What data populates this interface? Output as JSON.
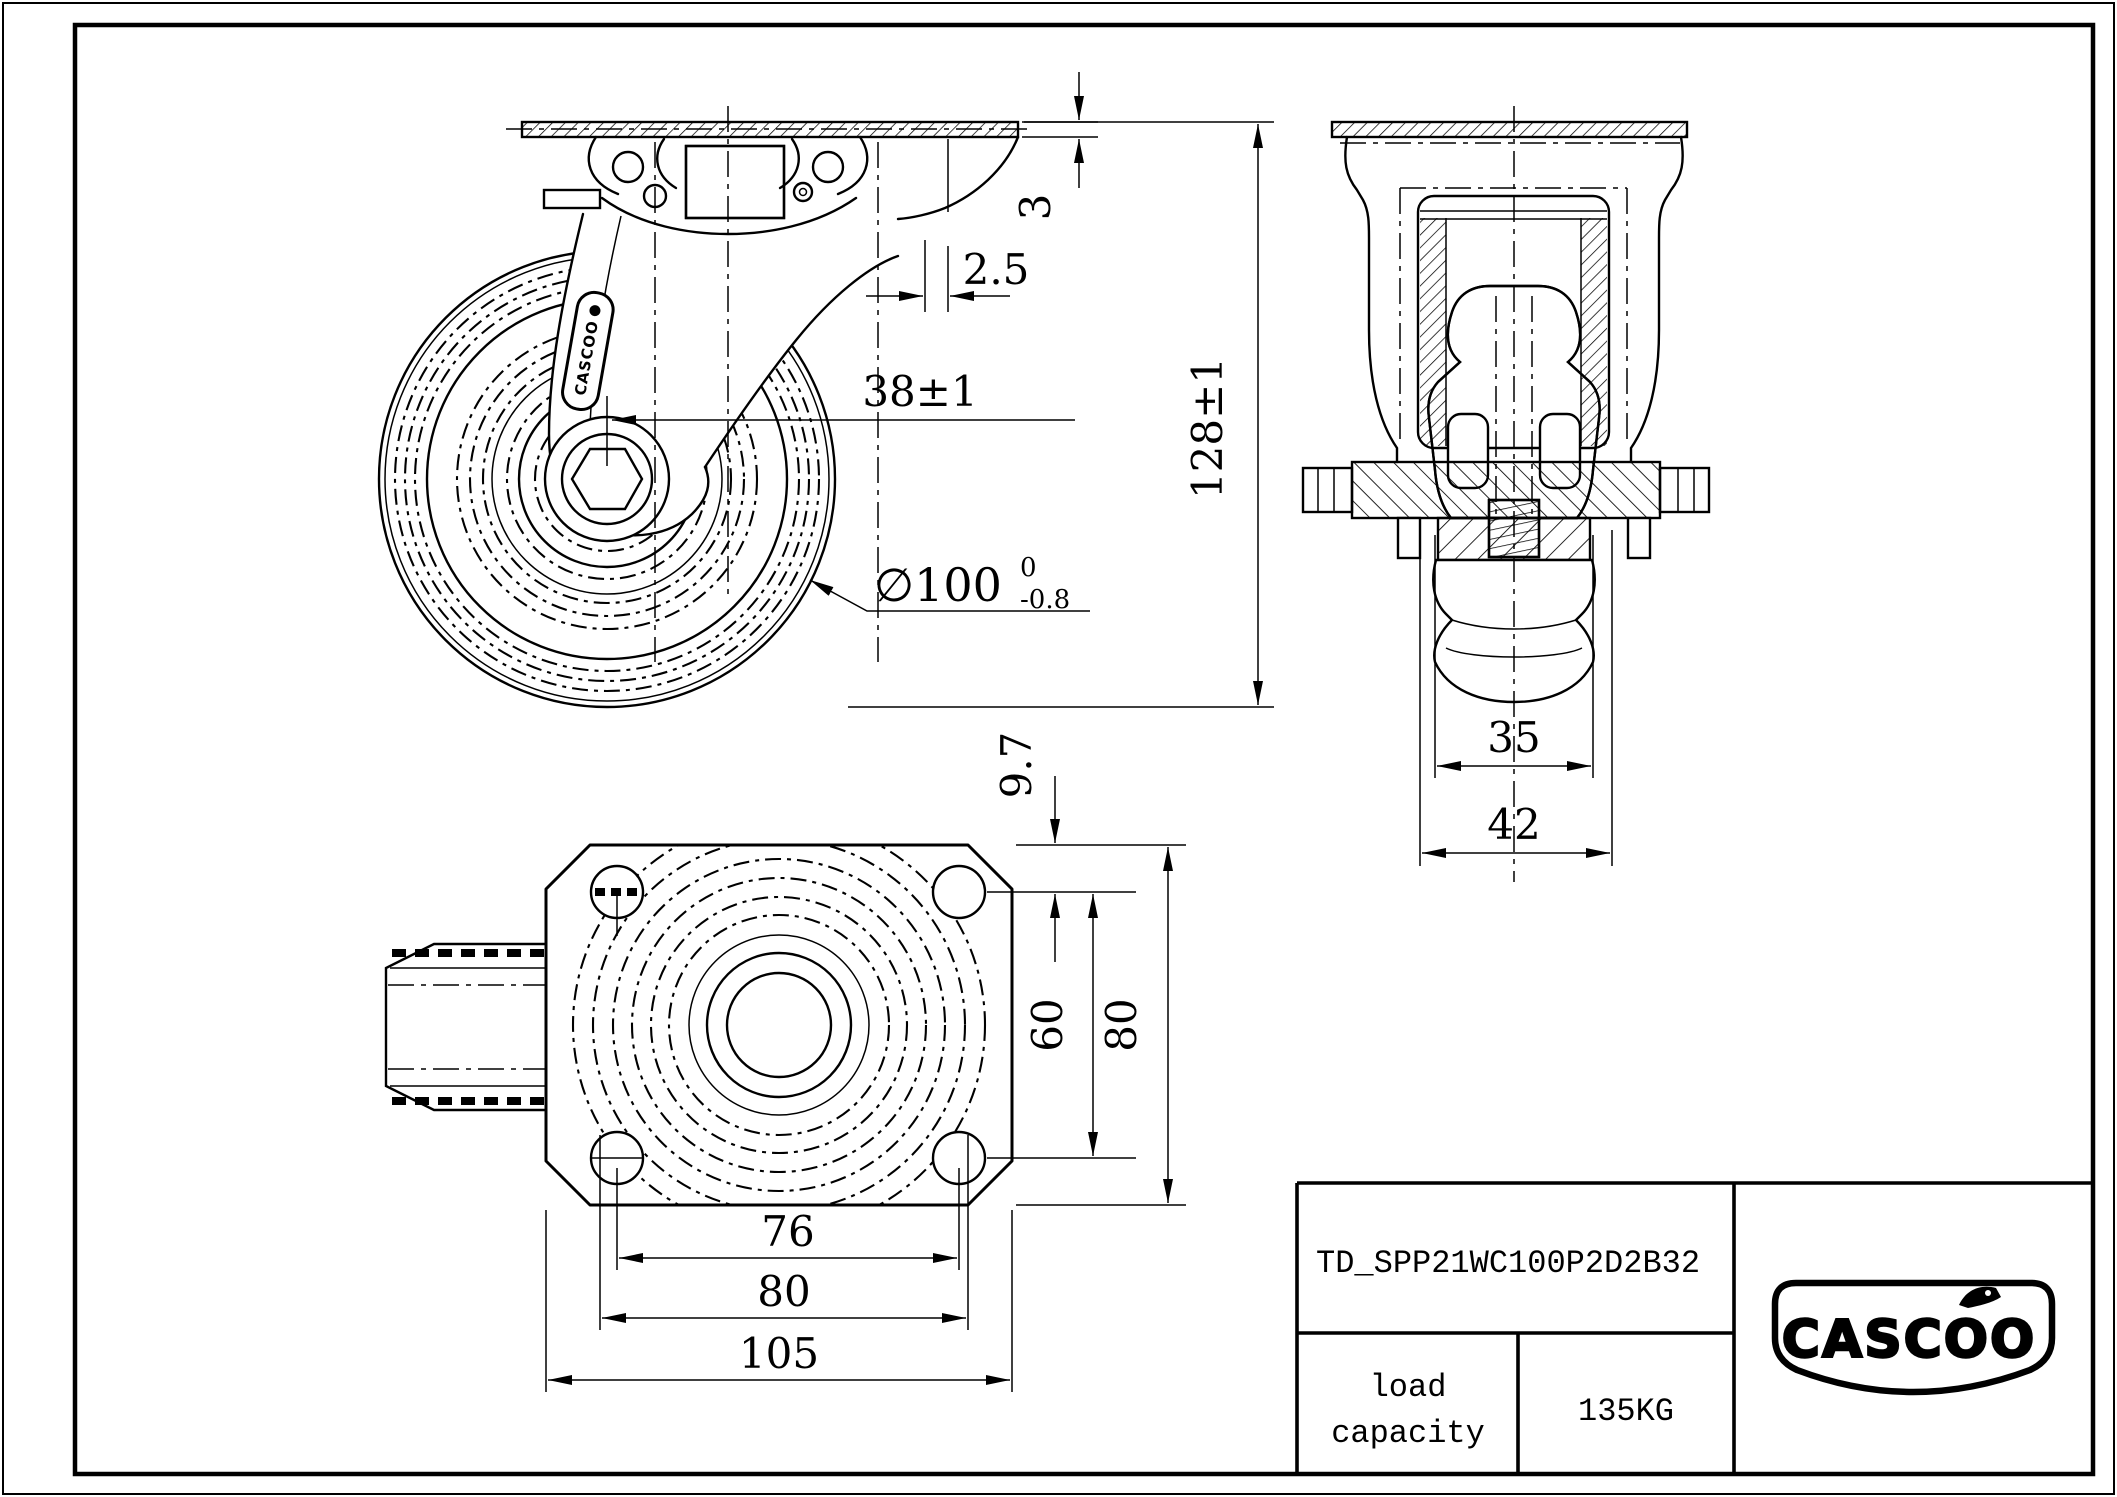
{
  "title_block": {
    "part_number": "TD_SPP21WC100P2D2B32",
    "load_capacity_label_line1": "load",
    "load_capacity_label_line2": "capacity",
    "load_capacity_value": "135KG",
    "brand_logo": "CASCOO"
  },
  "side_view": {
    "fork_logo": "CASCOO",
    "dims": {
      "plate_thickness": "3",
      "raceway_offset": "2.5",
      "swivel_offset": "38±1",
      "overall_height": "128±1",
      "wheel_diameter": "∅100",
      "wheel_diameter_tol_upper": "0",
      "wheel_diameter_tol_lower": "-0.8"
    }
  },
  "front_view": {
    "dims": {
      "wheel_width": "35",
      "hub_width": "42"
    }
  },
  "bottom_view": {
    "dims": {
      "hole_edge_offset": "9.7",
      "bolt_spacing_height": "60",
      "plate_height": "80",
      "bolt_spacing_width": "76",
      "bolt_spacing_width_alt": "80",
      "plate_width": "105"
    }
  },
  "colors": {
    "line": "#000000",
    "background": "#ffffff"
  }
}
